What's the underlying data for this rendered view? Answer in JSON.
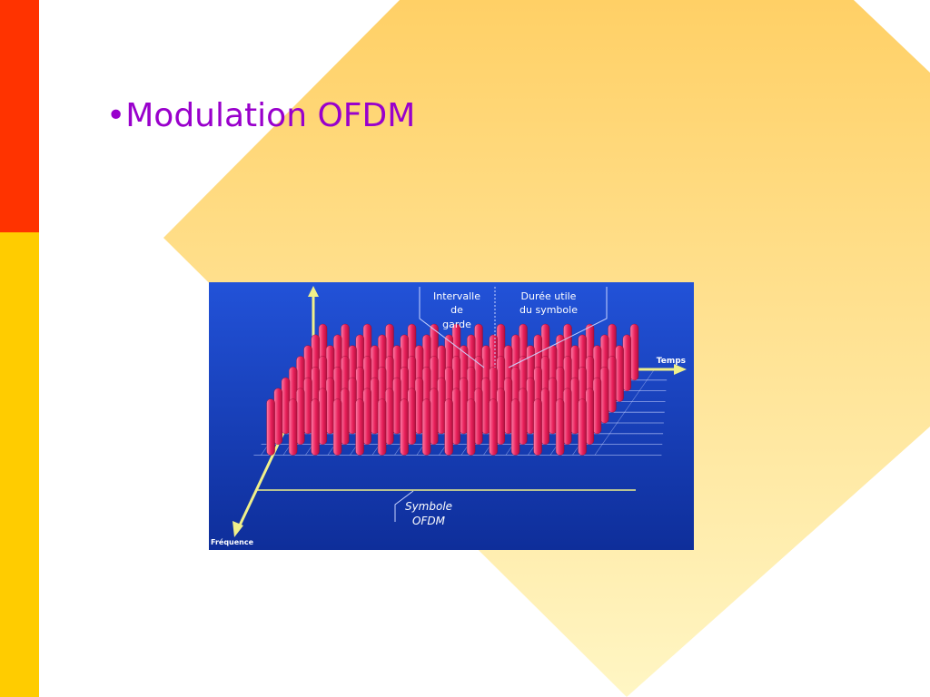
{
  "slide": {
    "title": "•Modulation OFDM",
    "colors": {
      "title": "#9900cc",
      "bar_top": "#ff3300",
      "bar_bottom": "#ffcc00",
      "diamond_top": "#ffd066",
      "diamond_bottom": "#fff6c4"
    }
  },
  "figure": {
    "labels": {
      "guard_line1": "Intervalle",
      "guard_line2": "de",
      "guard_line3": "garde",
      "useful_line1": "Durée utile",
      "useful_line2": "du symbole",
      "time_axis": "Temps",
      "freq_axis": "Fréquence",
      "symbol_line1": "Symbole",
      "symbol_line2": "OFDM"
    },
    "colors": {
      "background_top": "#2252d8",
      "background_bottom": "#0e2e9a",
      "axis": "#f0f08a",
      "pulse": "#e8205a",
      "pulse_highlight": "#ff7ea8",
      "grid": "#c9d4ff",
      "text": "#ffffff"
    }
  }
}
